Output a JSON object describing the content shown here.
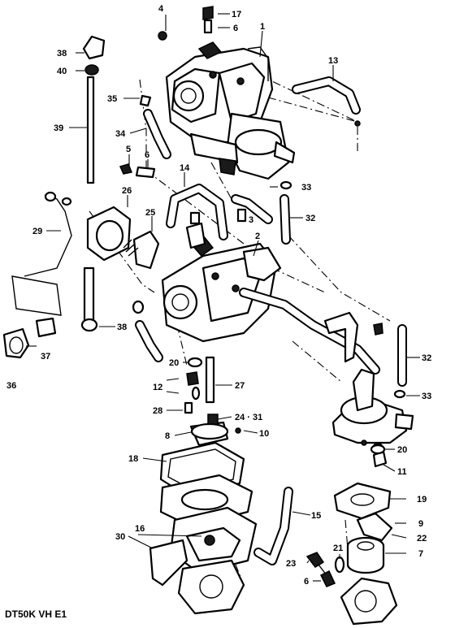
{
  "diagram_code": "DT50K VH E1",
  "callouts": {
    "c1": "1",
    "c2": "2",
    "c3": "3",
    "c4": "4",
    "c5": "5",
    "c6a": "6",
    "c6b": "6",
    "c6c": "6",
    "c7": "7",
    "c8": "8",
    "c9": "9",
    "c10": "10",
    "c11": "11",
    "c12": "12",
    "c13": "13",
    "c14": "14",
    "c15": "15",
    "c16": "16",
    "c17": "17",
    "c18": "18",
    "c19": "19",
    "c20a": "20",
    "c20b": "20",
    "c21": "21",
    "c22": "22",
    "c23": "23",
    "c24_31": "24 · 31",
    "c25": "25",
    "c26": "26",
    "c27": "27",
    "c28": "28",
    "c29": "29",
    "c30": "30",
    "c32a": "32",
    "c32b": "32",
    "c33a": "33",
    "c33b": "33",
    "c34": "34",
    "c35": "35",
    "c36": "36",
    "c37": "37",
    "c38a": "38",
    "c38b": "38",
    "c39": "39",
    "c40": "40"
  }
}
